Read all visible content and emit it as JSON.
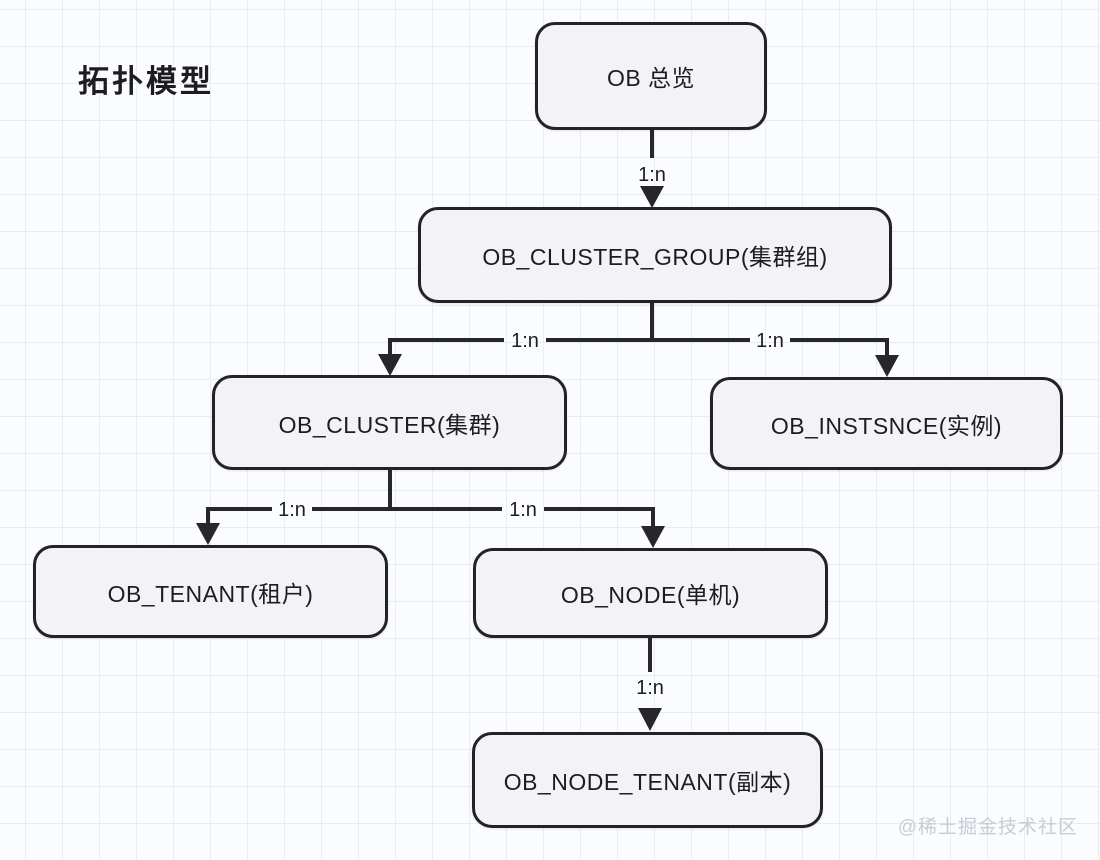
{
  "title": "拓扑模型",
  "watermark": "@稀土掘金技术社区",
  "diagram": {
    "type": "topology-tree",
    "nodes": {
      "overview": {
        "label": "OB 总览"
      },
      "cluster_group": {
        "label": "OB_CLUSTER_GROUP(集群组)"
      },
      "cluster": {
        "label": "OB_CLUSTER(集群)"
      },
      "instance": {
        "label": "OB_INSTSNCE(实例)"
      },
      "tenant": {
        "label": "OB_TENANT(租户)"
      },
      "node": {
        "label": "OB_NODE(单机)"
      },
      "node_tenant": {
        "label": "OB_NODE_TENANT(副本)"
      }
    },
    "edges": [
      {
        "from": "overview",
        "to": "cluster_group",
        "label": "1:n"
      },
      {
        "from": "cluster_group",
        "to": "cluster",
        "label": "1:n"
      },
      {
        "from": "cluster_group",
        "to": "instance",
        "label": "1:n"
      },
      {
        "from": "cluster",
        "to": "tenant",
        "label": "1:n"
      },
      {
        "from": "cluster",
        "to": "node",
        "label": "1:n"
      },
      {
        "from": "node",
        "to": "node_tenant",
        "label": "1:n"
      }
    ]
  },
  "colors": {
    "background": "#fbfcfe",
    "grid_line": "#e8edf3",
    "node_fill": "#f3f3f5",
    "node_border": "#222228",
    "connector": "#26262b",
    "text": "#1c1c22",
    "watermark": "#c7ccd5"
  }
}
